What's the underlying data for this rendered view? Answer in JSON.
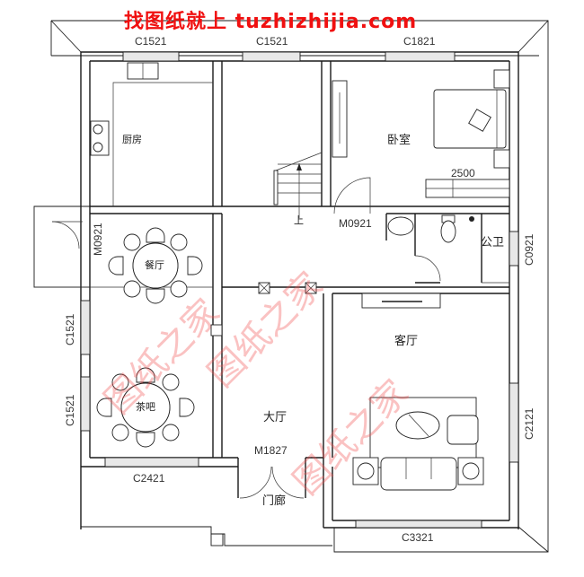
{
  "header": {
    "watermark_text": "找图纸就上 tuzhizhijia.com",
    "color": "#f01010"
  },
  "rooms": {
    "kitchen": "厨房",
    "bedroom": "卧室",
    "dining": "餐厅",
    "tea_bar": "茶吧",
    "hall": "大厅",
    "living": "客厅",
    "bathroom": "公卫",
    "porch": "门廊",
    "stairs_up": "上"
  },
  "windows": {
    "top_left": "C1521",
    "top_middle": "C1521",
    "top_right": "C1821",
    "left_upper": "C1521",
    "left_lower": "C1521",
    "bottom_left": "C2421",
    "bottom_right": "C3321",
    "right_upper": "C0921",
    "right_lower": "C2121"
  },
  "doors": {
    "dining_side": "M0921",
    "bedroom": "M0921",
    "main_entrance": "M1827"
  },
  "dimensions": {
    "wardrobe": "2500"
  },
  "watermarks": [
    "图纸之家",
    "图纸之家",
    "图纸之家"
  ]
}
